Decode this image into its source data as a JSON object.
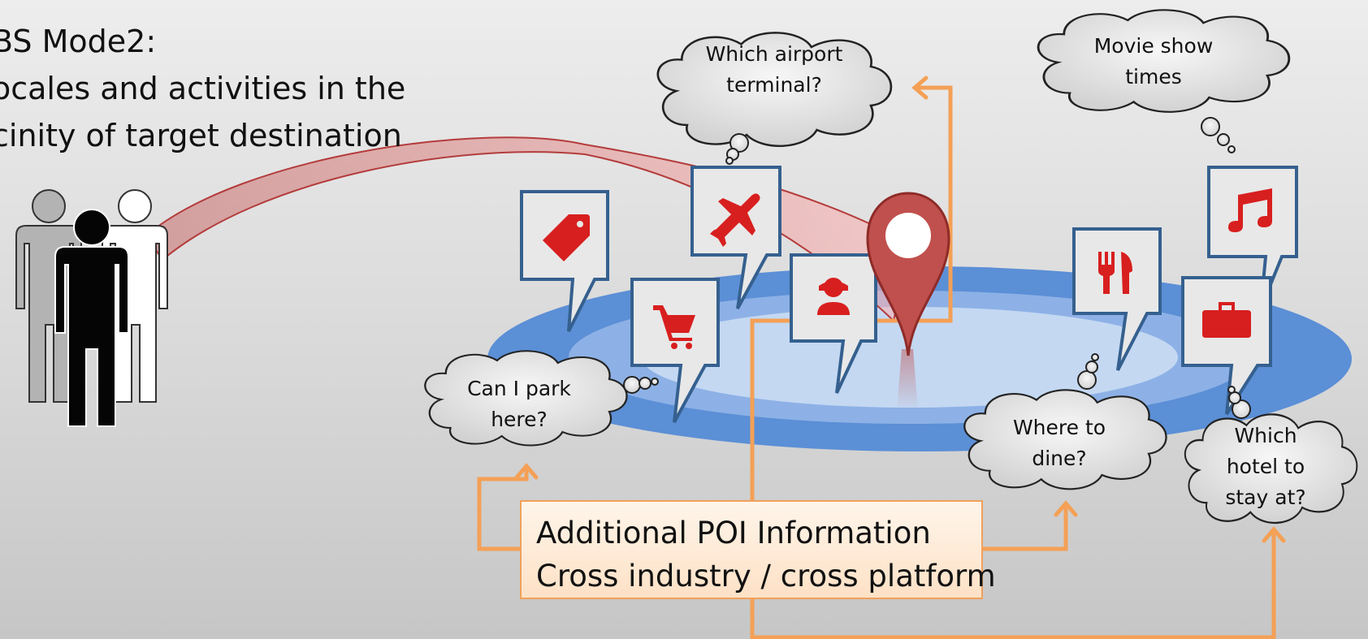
{
  "heading": {
    "line1": "BS Mode2:",
    "line2": "ocales and activities in the",
    "line3": "cinity of target destination"
  },
  "thought_clouds": {
    "airport": "Which airport terminal?",
    "movie": "Movie show times",
    "park": "Can I park here?",
    "dine": "Where to dine?",
    "hotel": "Which hotel to stay at?"
  },
  "poi_box": {
    "line1": "Additional POI Information",
    "line2": "Cross industry / cross platform"
  },
  "icons": [
    "tag-icon",
    "shopping-cart-icon",
    "airplane-icon",
    "person-icon",
    "restaurant-icon",
    "music-note-icon",
    "suitcase-icon",
    "location-pin-icon",
    "people-group-icon"
  ],
  "colors": {
    "accent_orange": "#f4a056",
    "ellipse_blue": "#5b8fd6",
    "icon_red": "#d81f1f",
    "pin_red": "#c0504d",
    "box_border": "#35608f"
  }
}
